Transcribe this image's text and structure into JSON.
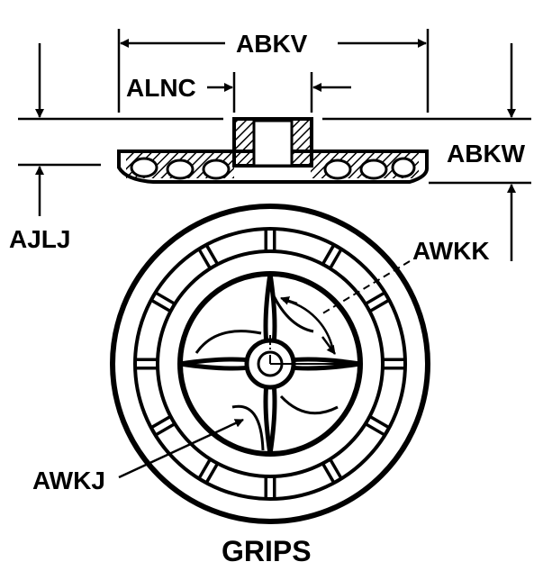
{
  "labels": {
    "abkv": "ABKV",
    "alnc": "ALNC",
    "abkw": "ABKW",
    "ajlj": "AJLJ",
    "awkk": "AWKK",
    "awkj": "AWKJ"
  },
  "caption": "GRIPS",
  "colors": {
    "ink": "#000000",
    "paper": "#ffffff"
  }
}
